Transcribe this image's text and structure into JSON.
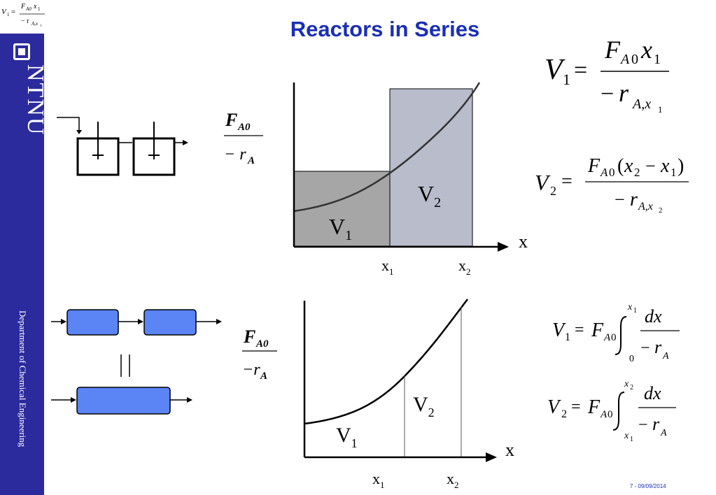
{
  "header": {
    "title": "Reactors in Series"
  },
  "sidebar": {
    "brand": "NTNU",
    "department": "Department of Chemical Engineering"
  },
  "footer": {
    "page": "7 - 09/09/2014"
  },
  "graph_top": {
    "region_1": "V",
    "region_1_sub": "1",
    "region_2": "V",
    "region_2_sub": "2",
    "axis": "x",
    "tick_1": "x",
    "tick_1_sub": "1",
    "tick_2": "x",
    "tick_2_sub": "2"
  },
  "graph_bottom": {
    "region_1": "V",
    "region_1_sub": "1",
    "region_2": "V",
    "region_2_sub": "2",
    "axis": "x",
    "tick_1": "x",
    "tick_1_sub": "1",
    "tick_2": "x",
    "tick_2_sub": "2"
  },
  "parallel_symbol": "||",
  "colors": {
    "sidebar": "#2b2b9e",
    "title": "#1a2fb5",
    "pfr_fill": "#5b84f5",
    "v1_fill": "#a6a6a6",
    "v2_fill": "#b8bccb"
  }
}
